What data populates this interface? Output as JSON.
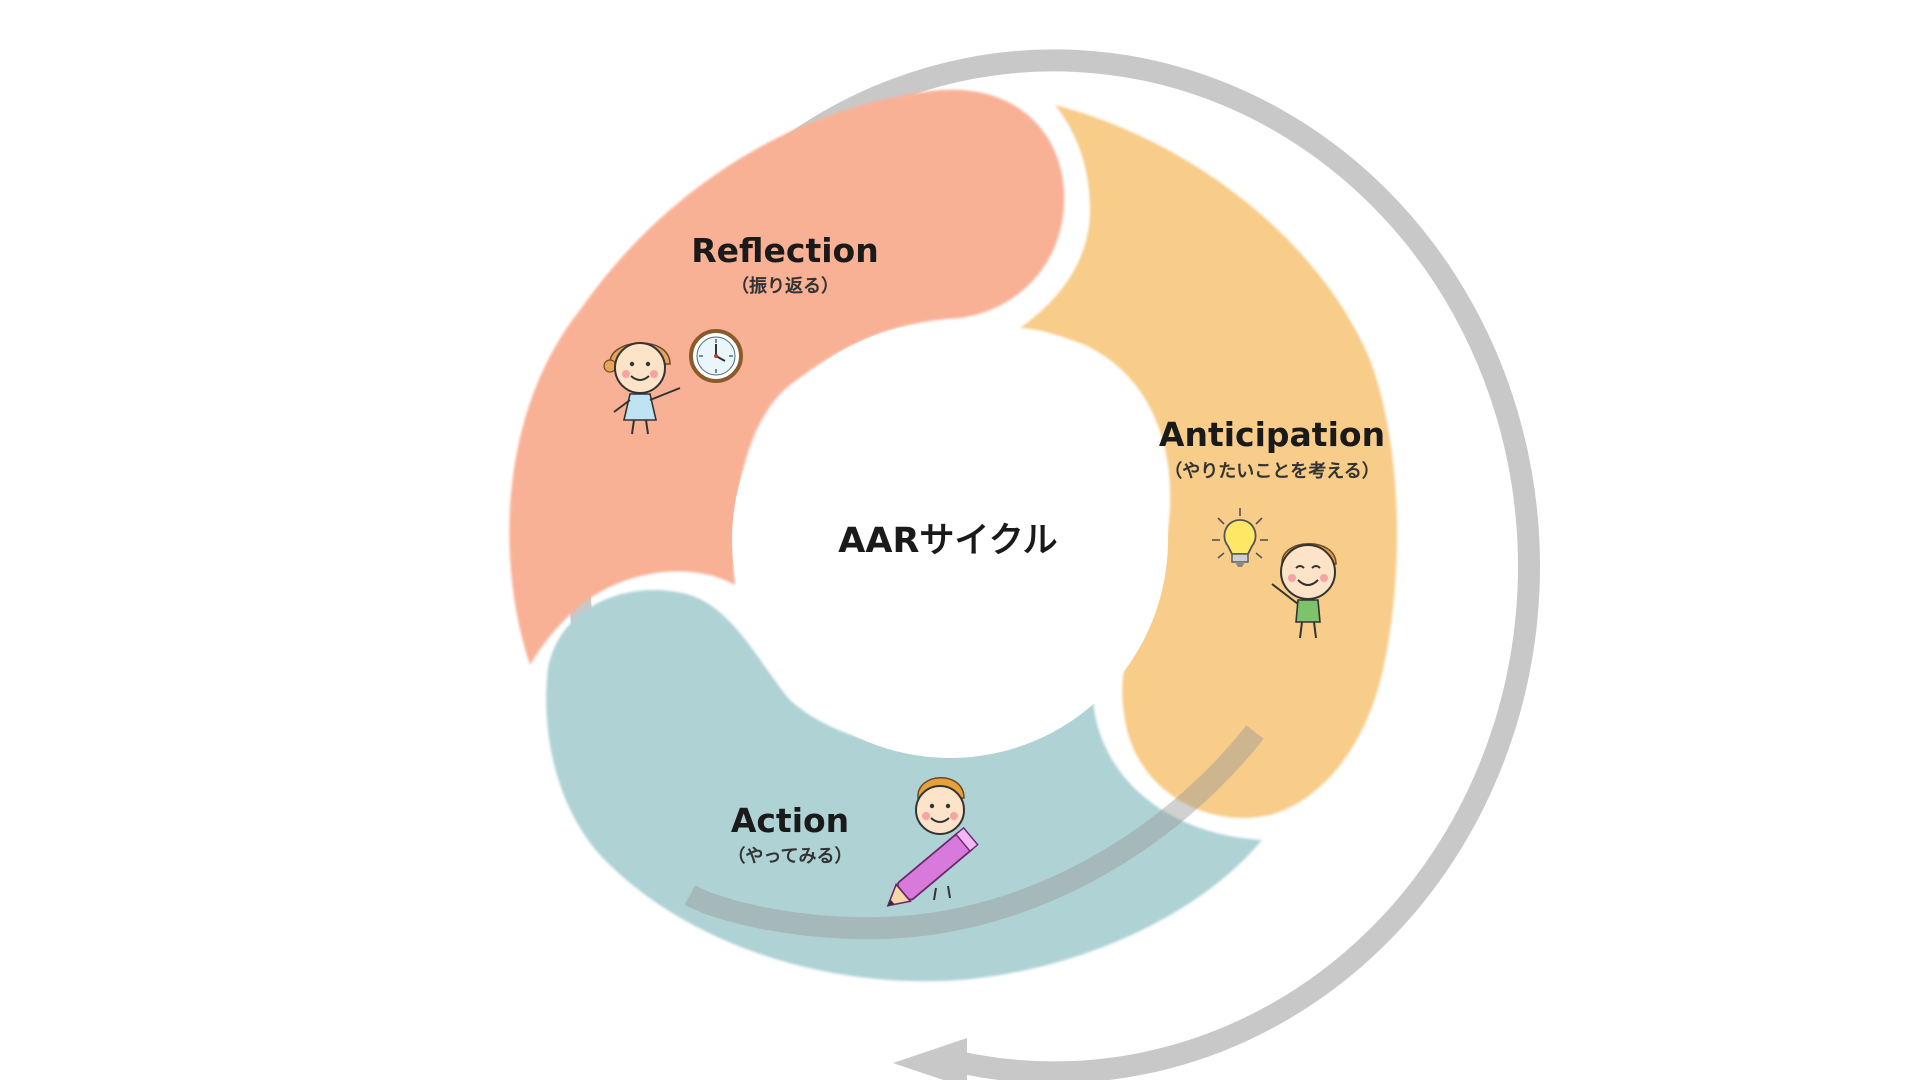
{
  "diagram": {
    "center_label": "AARサイクル",
    "segments": [
      {
        "id": "reflection",
        "title": "Reflection",
        "subtitle": "（振り返る）",
        "color": "#F9B196"
      },
      {
        "id": "anticipation",
        "title": "Anticipation",
        "subtitle": "（やりたいことを考える）",
        "color": "#F8CC89"
      },
      {
        "id": "action",
        "title": "Action",
        "subtitle": "（やってみる）",
        "color": "#AFD2D5"
      }
    ],
    "cycle_arrow_color": "#C8C8C8",
    "icons": {
      "reflection": [
        "girl-icon",
        "clock-icon"
      ],
      "anticipation": [
        "lightbulb-icon",
        "boy-icon"
      ],
      "action": [
        "boy-with-pencil-icon"
      ]
    }
  }
}
